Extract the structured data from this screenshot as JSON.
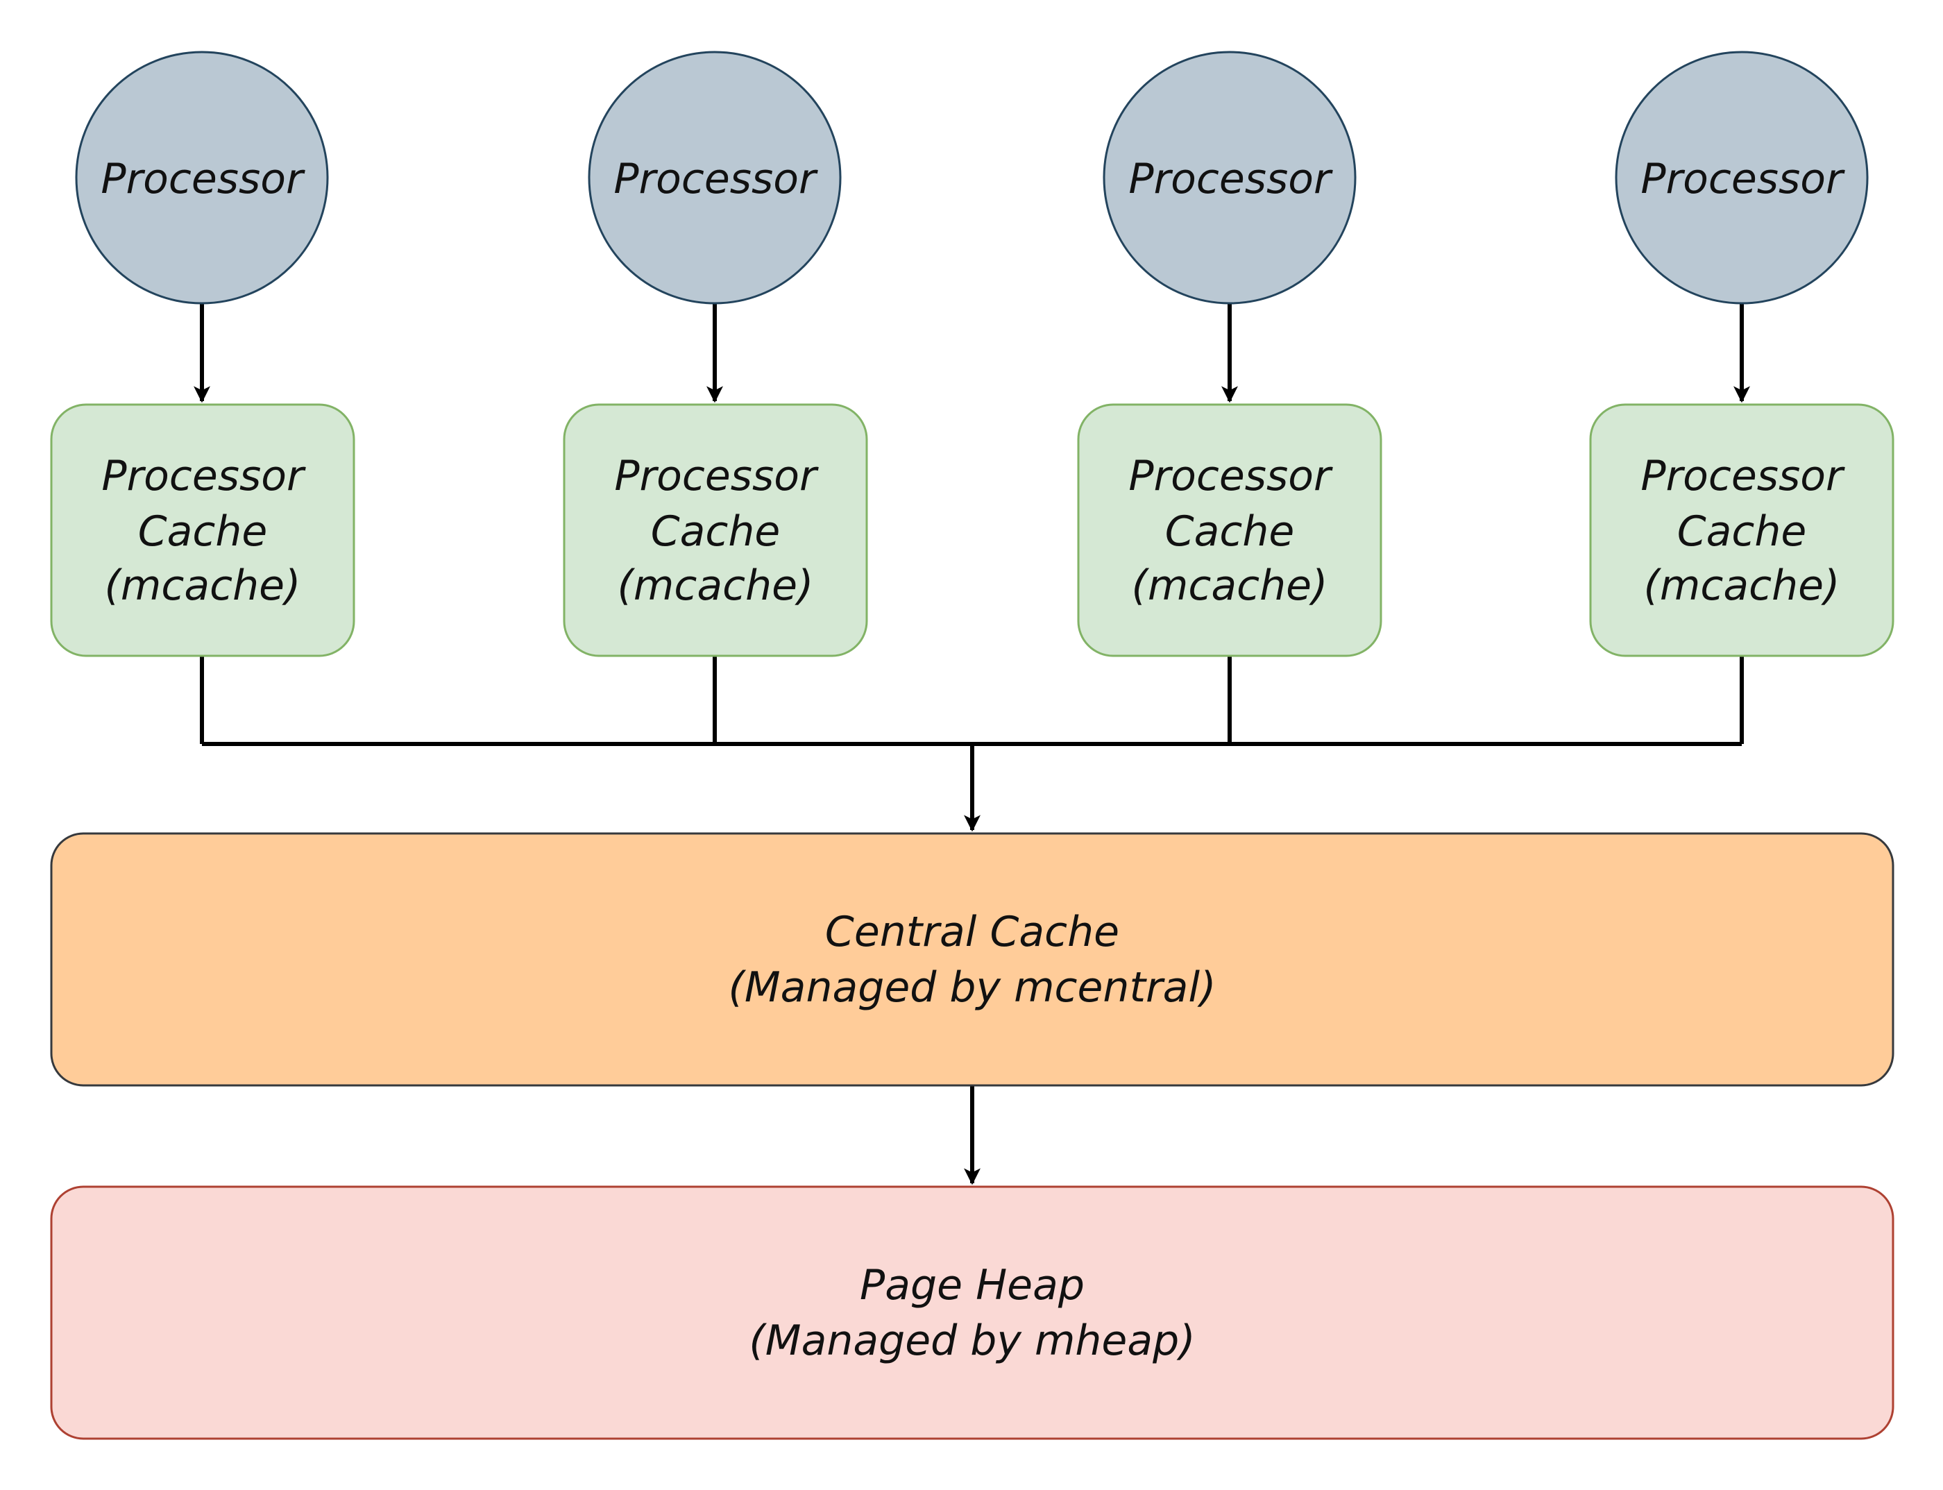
{
  "colors": {
    "processor_fill": "#bac8d3",
    "processor_stroke": "#23445d",
    "mcache_fill": "#d5e8d4",
    "mcache_stroke": "#82b366",
    "central_fill": "#ffcc99",
    "central_stroke": "#36393d",
    "heap_fill": "#fad9d5",
    "heap_stroke": "#ae4132",
    "edge": "#000000"
  },
  "processors": [
    {
      "label": "Processor"
    },
    {
      "label": "Processor"
    },
    {
      "label": "Processor"
    },
    {
      "label": "Processor"
    }
  ],
  "processor_caches": [
    {
      "lines": [
        "Processor",
        "Cache",
        "(mcache)"
      ]
    },
    {
      "lines": [
        "Processor",
        "Cache",
        "(mcache)"
      ]
    },
    {
      "lines": [
        "Processor",
        "Cache",
        "(mcache)"
      ]
    },
    {
      "lines": [
        "Processor",
        "Cache",
        "(mcache)"
      ]
    }
  ],
  "central_cache": {
    "lines": [
      "Central Cache",
      "(Managed by mcentral)"
    ]
  },
  "page_heap": {
    "lines": [
      "Page Heap",
      "(Managed by mheap)"
    ]
  },
  "edges": [
    {
      "from": "processor-1",
      "to": "processor-cache-1"
    },
    {
      "from": "processor-2",
      "to": "processor-cache-2"
    },
    {
      "from": "processor-3",
      "to": "processor-cache-3"
    },
    {
      "from": "processor-4",
      "to": "processor-cache-4"
    },
    {
      "from": "processor-cache-1",
      "to": "central-cache"
    },
    {
      "from": "processor-cache-2",
      "to": "central-cache"
    },
    {
      "from": "processor-cache-3",
      "to": "central-cache"
    },
    {
      "from": "processor-cache-4",
      "to": "central-cache"
    },
    {
      "from": "central-cache",
      "to": "page-heap"
    }
  ]
}
